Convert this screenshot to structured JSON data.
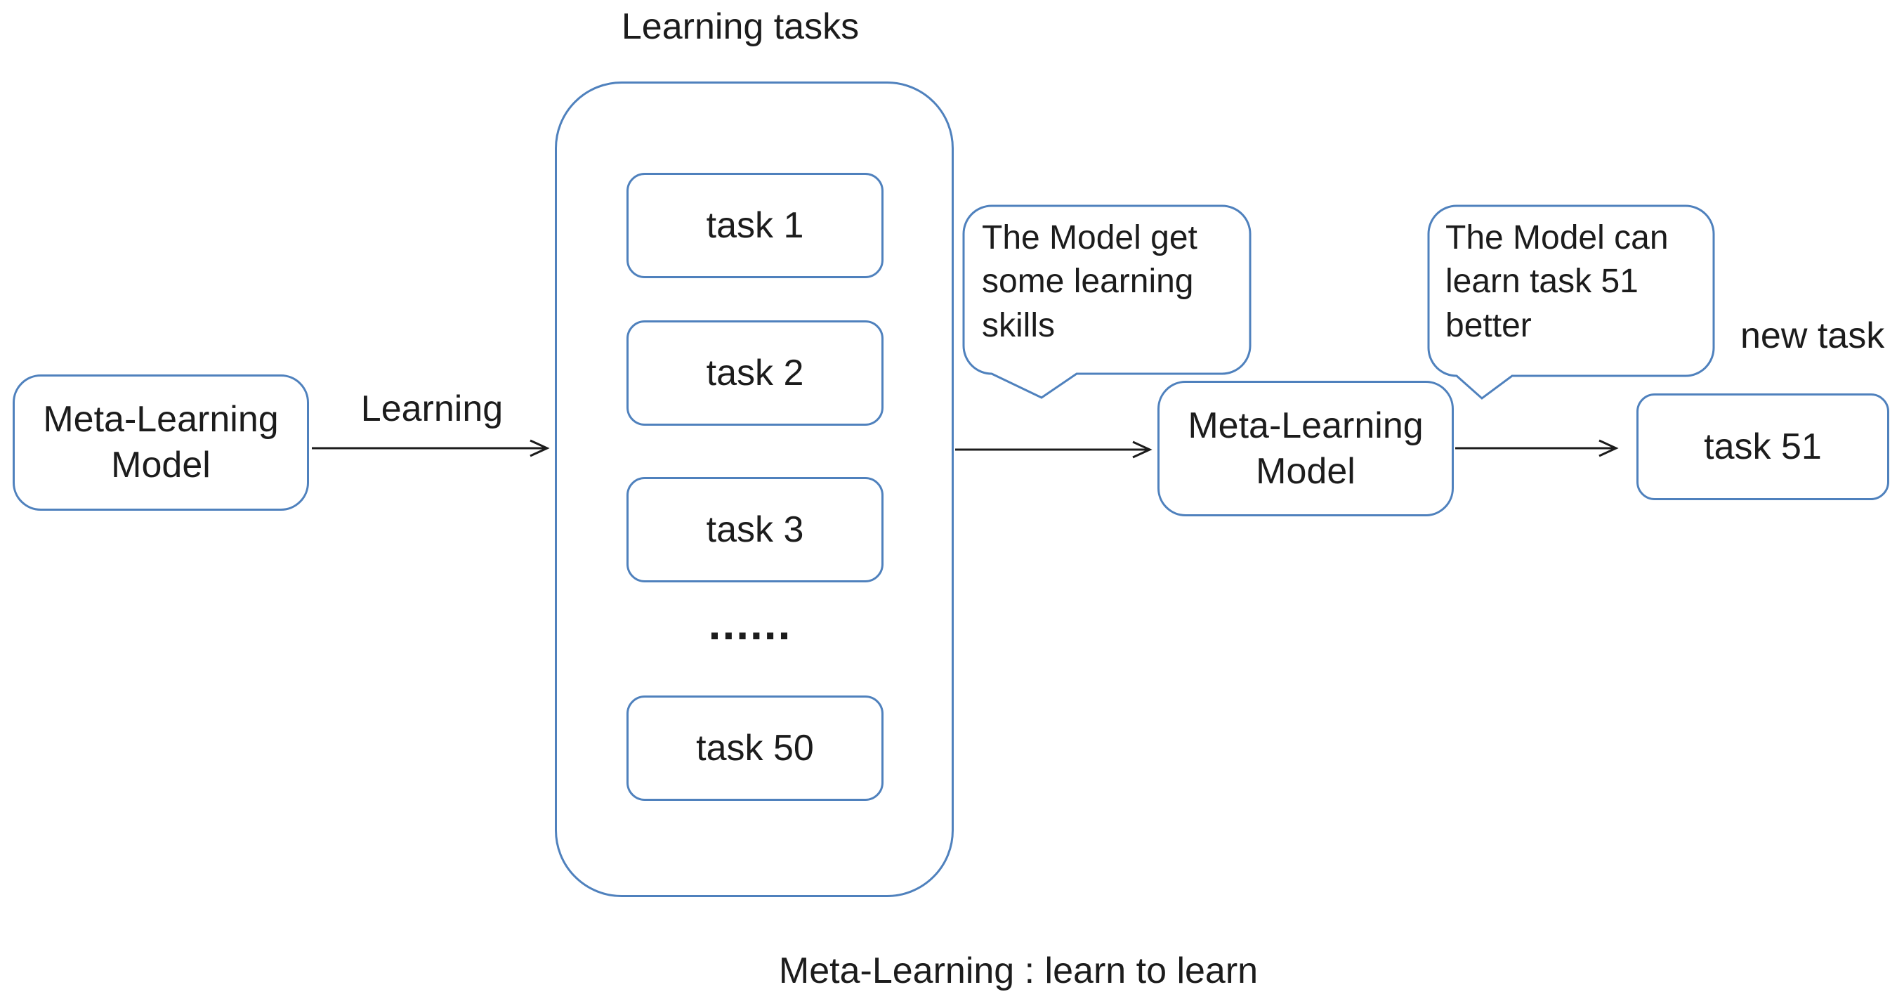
{
  "caption": "Meta-Learning : learn to learn",
  "container": {
    "title": "Learning tasks"
  },
  "nodes": {
    "model_left": "Meta-Learning Model",
    "model_right": "Meta-Learning Model",
    "tasks": [
      "task 1",
      "task 2",
      "task 3",
      "task 50"
    ],
    "task_51": "task 51"
  },
  "labels": {
    "learning_arrow": "Learning",
    "new_task": "new task",
    "ellipsis": "......"
  },
  "speech_bubbles": {
    "learning_skills": "The Model get some learning skills",
    "learn_better": "The Model can learn task 51 better"
  },
  "colors": {
    "outline": "#4f81bd",
    "ink": "#1c1c1c",
    "background": "#ffffff"
  }
}
